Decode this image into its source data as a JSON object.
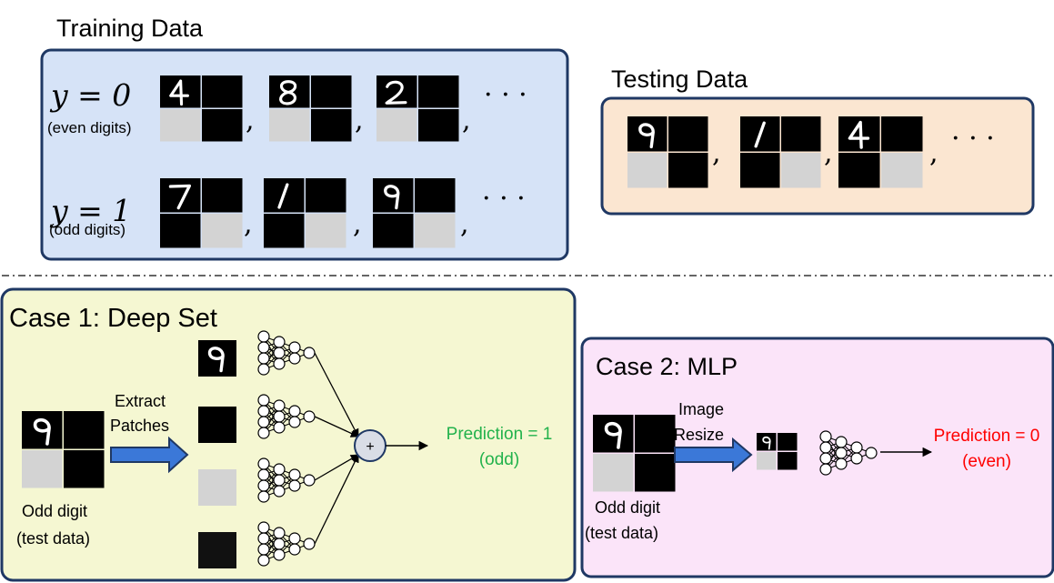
{
  "colors": {
    "training_fill": "#d6e3f7",
    "testing_fill": "#fbe6d1",
    "case1_fill": "#f5f7d2",
    "case2_fill": "#fbe4f9",
    "box_stroke": "#1f3864",
    "arrow_fill": "#3b78d8",
    "prediction_odd": "#22b24c",
    "prediction_even": "#ff0000",
    "patch_black": "#000000",
    "patch_gray": "#d3d3d3",
    "digit_stroke": "#ffffff"
  },
  "training": {
    "title": "Training Data",
    "row0": {
      "label": "y = 0",
      "sublabel": "(even digits)",
      "digits": [
        "4",
        "8",
        "2"
      ],
      "ellipsis": "· · ·"
    },
    "row1": {
      "label": "y = 1",
      "sublabel": "(odd digits)",
      "digits": [
        "7",
        "1",
        "9"
      ],
      "ellipsis": "· · ·"
    }
  },
  "testing": {
    "title": "Testing Data",
    "digits": [
      "9",
      "1",
      "4"
    ],
    "ellipsis": "· · ·"
  },
  "case1": {
    "title": "Case 1: Deep Set",
    "arrow_label_1": "Extract",
    "arrow_label_2": "Patches",
    "input_caption_1": "Odd digit",
    "input_caption_2": "(test data)",
    "sum_symbol": "+",
    "prediction_1": "Prediction = 1",
    "prediction_2": "(odd)"
  },
  "case2": {
    "title": "Case 2: MLP",
    "arrow_label_1": "Image",
    "arrow_label_2": "Resize",
    "input_caption_1": "Odd digit",
    "input_caption_2": "(test data)",
    "prediction_1": "Prediction = 0",
    "prediction_2": "(even)"
  },
  "separator": "dash-dot"
}
